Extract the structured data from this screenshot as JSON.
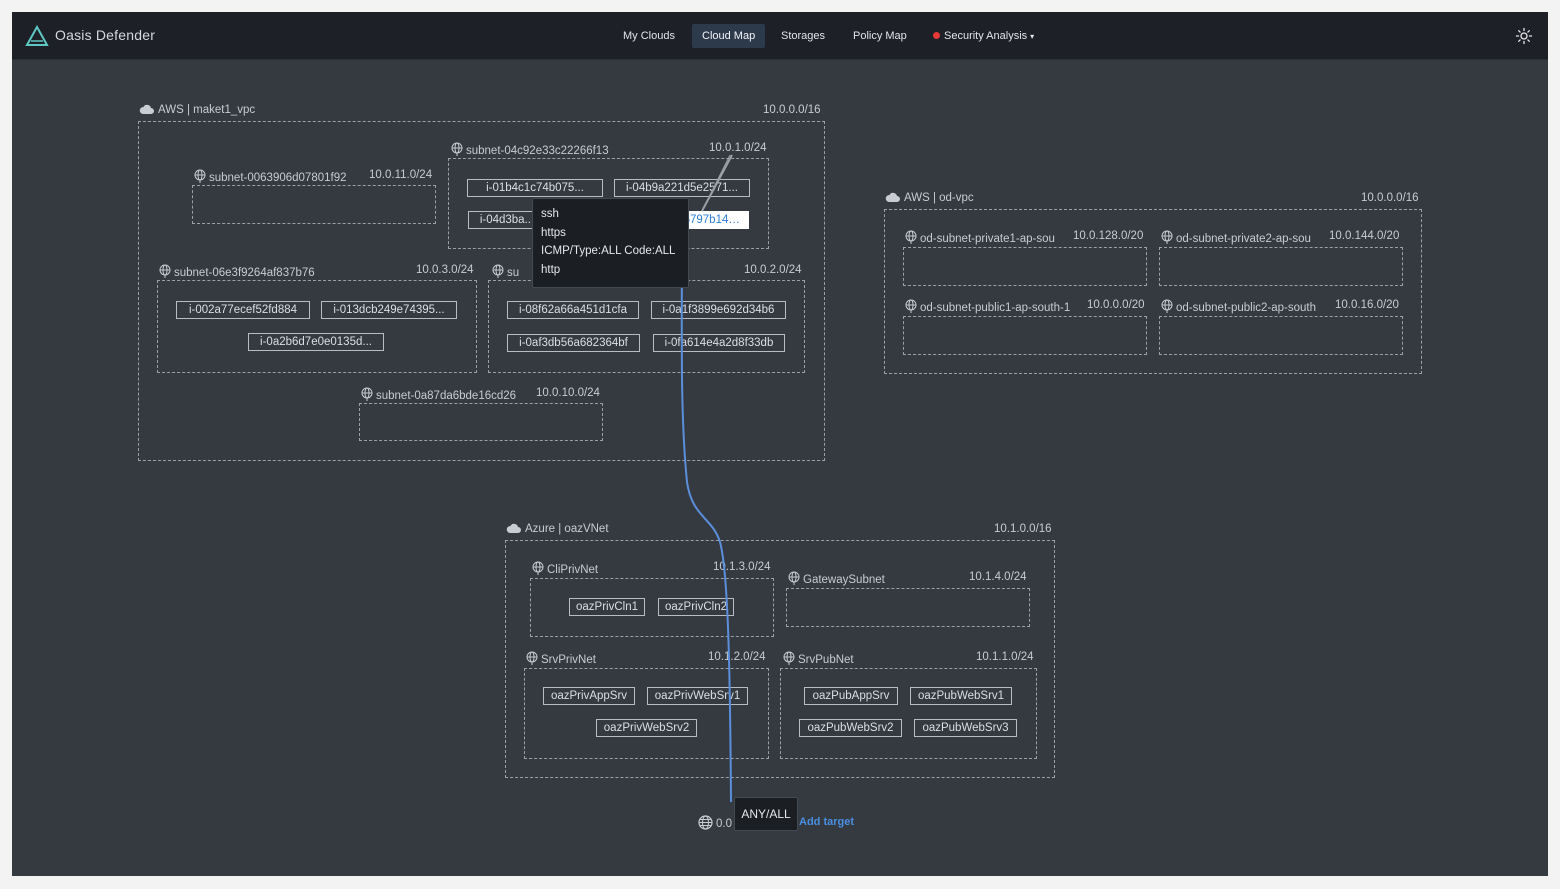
{
  "app": {
    "title": "Oasis Defender"
  },
  "nav": {
    "items": [
      {
        "label": "My Clouds"
      },
      {
        "label": "Cloud Map",
        "active": true
      },
      {
        "label": "Storages"
      },
      {
        "label": "Policy Map"
      },
      {
        "label": "Security Analysis",
        "status_color": "#e53935"
      }
    ]
  },
  "colors": {
    "accent": "#4a90e2",
    "edge": "#5b8fdc",
    "status": "#e53935",
    "canvas": "#353940"
  },
  "vpcs": {
    "maket1": {
      "label": "AWS | maket1_vpc",
      "cidr": "10.0.0.0/16",
      "subnets": {
        "s0063": {
          "label": "subnet-0063906d07801f92",
          "cidr": "10.0.11.0/24",
          "instances": []
        },
        "s04c9": {
          "label": "subnet-04c92e33c22266f13",
          "cidr": "10.0.1.0/24",
          "instances": [
            "i-01b4c1c74b075...",
            "i-04b9a221d5e2571...",
            "i-04d3ba...",
            "...6797b141a5"
          ]
        },
        "s06e3": {
          "label": "subnet-06e3f9264af837b76",
          "cidr": "10.0.3.0/24",
          "instances": [
            "i-002a77ecef52fd884",
            "i-013dcb249e74395...",
            "i-0a2b6d7e0e0135d..."
          ]
        },
        "s0x2": {
          "label": "su",
          "cidr": "10.0.2.0/24",
          "instances": [
            "i-08f62a66a451d1cfa",
            "i-0a1f3899e692d34b6",
            "i-0af3db56a682364bf",
            "i-0fa614e4a2d8f33db"
          ]
        },
        "s0a87": {
          "label": "subnet-0a87da6bde16cd26",
          "cidr": "10.0.10.0/24",
          "instances": []
        }
      }
    },
    "odvpc": {
      "label": "AWS | od-vpc",
      "cidr": "10.0.0.0/16",
      "subnets": {
        "priv1": {
          "label": "od-subnet-private1-ap-sou",
          "cidr": "10.0.128.0/20"
        },
        "priv2": {
          "label": "od-subnet-private2-ap-sou",
          "cidr": "10.0.144.0/20"
        },
        "pub1": {
          "label": "od-subnet-public1-ap-south-1",
          "cidr": "10.0.0.0/20"
        },
        "pub2": {
          "label": "od-subnet-public2-ap-south",
          "cidr": "10.0.16.0/20"
        }
      }
    },
    "azure": {
      "label": "Azure | oazVNet",
      "cidr": "10.1.0.0/16",
      "subnets": {
        "clipriv": {
          "label": "CliPrivNet",
          "cidr": "10.1.3.0/24",
          "instances": [
            "oazPrivCln1",
            "oazPrivCln2"
          ]
        },
        "gateway": {
          "label": "GatewaySubnet",
          "cidr": "10.1.4.0/24",
          "instances": []
        },
        "srvpriv": {
          "label": "SrvPrivNet",
          "cidr": "10.1.2.0/24",
          "instances": [
            "oazPrivAppSrv",
            "oazPrivWebSrv1",
            "oazPrivWebSrv2"
          ]
        },
        "srvpub": {
          "label": "SrvPubNet",
          "cidr": "10.1.1.0/24",
          "instances": [
            "oazPubAppSrv",
            "oazPubWebSrv1",
            "oazPubWebSrv2",
            "oazPubWebSrv3"
          ]
        }
      }
    }
  },
  "tooltip": {
    "rules": [
      "ssh",
      "https",
      "ICMP/Type:ALL Code:ALL",
      "http"
    ]
  },
  "target": {
    "address": "0.0",
    "protocol": "ANY/ALL",
    "add_label": "Add target"
  }
}
